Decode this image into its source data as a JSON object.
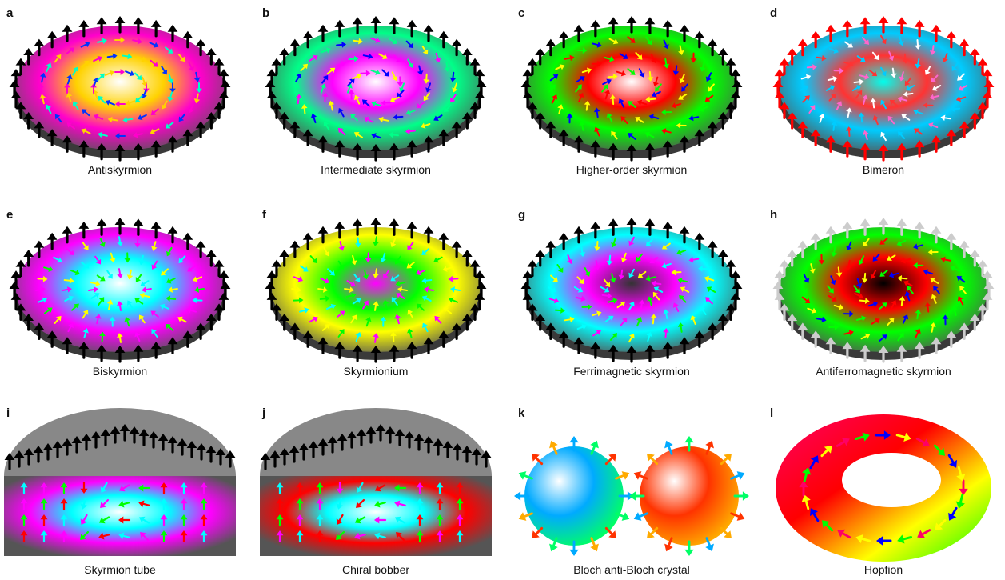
{
  "panels": [
    {
      "letter": "a",
      "caption": "Antiskyrmion",
      "style": "disk",
      "core": "#ffffff",
      "rim": "#000000",
      "palette": [
        "#ffd200",
        "#ff00cc",
        "#0033ff",
        "#00ffc8"
      ]
    },
    {
      "letter": "b",
      "caption": "Intermediate skyrmion",
      "style": "disk",
      "core": "#ffffff",
      "rim": "#000000",
      "palette": [
        "#ff00ff",
        "#00ff88",
        "#0000ff",
        "#ffff00"
      ]
    },
    {
      "letter": "c",
      "caption": "Higher-order skyrmion",
      "style": "disk",
      "core": "#ffffff",
      "rim": "#000000",
      "palette": [
        "#ff0000",
        "#00ff00",
        "#0000ff",
        "#ffff00"
      ]
    },
    {
      "letter": "d",
      "caption": "Bimeron",
      "style": "disk",
      "core": "#00ffee",
      "rim": "#ff0000",
      "palette": [
        "#ff3333",
        "#00ccff",
        "#ffffff",
        "#ff66cc"
      ]
    },
    {
      "letter": "e",
      "caption": "Biskyrmion",
      "style": "disk",
      "core": "#ffffff",
      "rim": "#000000",
      "palette": [
        "#00ffff",
        "#ff00ff",
        "#ffff00",
        "#00ff00"
      ]
    },
    {
      "letter": "f",
      "caption": "Skyrmionium",
      "style": "disk",
      "core": "#ff00ff",
      "rim": "#000000",
      "palette": [
        "#00ff00",
        "#ffff00",
        "#ff00ff",
        "#00ffff"
      ]
    },
    {
      "letter": "g",
      "caption": "Ferrimagnetic skyrmion",
      "style": "disk",
      "core": "#333333",
      "rim": "#000000",
      "palette": [
        "#ff00ff",
        "#00ffff",
        "#ffff00",
        "#00ff00"
      ]
    },
    {
      "letter": "h",
      "caption": "Antiferromagnetic skyrmion",
      "style": "disk",
      "core": "#000000",
      "rim": "#cccccc",
      "palette": [
        "#ff0000",
        "#00ff00",
        "#0000ff",
        "#ffff00"
      ]
    },
    {
      "letter": "i",
      "caption": "Skyrmion tube",
      "style": "tube",
      "core": "#ffffff",
      "rim": "#000000",
      "palette": [
        "#00ffff",
        "#ff00ff",
        "#00ff00",
        "#ff0000"
      ]
    },
    {
      "letter": "j",
      "caption": "Chiral bobber",
      "style": "tube",
      "core": "#ffffff",
      "rim": "#000000",
      "palette": [
        "#00ffff",
        "#ff0000",
        "#00ff00",
        "#ff00ff"
      ]
    },
    {
      "letter": "k",
      "caption": "Bloch anti-Bloch crystal",
      "style": "spheres",
      "core": "#ffffff",
      "rim": "#000000",
      "palette": [
        "#00aaff",
        "#00ff66",
        "#ff3300",
        "#ffaa00"
      ]
    },
    {
      "letter": "l",
      "caption": "Hopfion",
      "style": "torus",
      "core": "#ffffff",
      "rim": "#000000",
      "palette": [
        "#ff0066",
        "#00ff00",
        "#0000ff",
        "#ffff00"
      ]
    }
  ]
}
